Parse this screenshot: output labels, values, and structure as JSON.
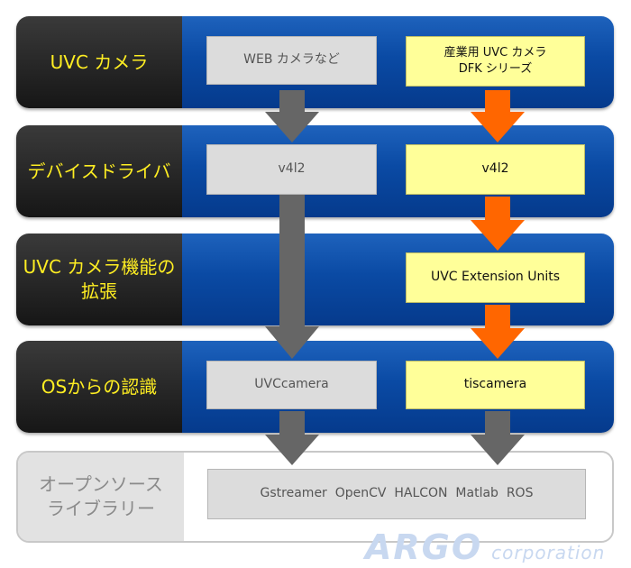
{
  "rows": [
    {
      "label": "UVC カメラ",
      "left": "WEB カメラなど",
      "right_l1": "産業用 UVC カメラ",
      "right_l2": "DFK シリーズ"
    },
    {
      "label": "デバイスドライバ",
      "left": "v4l2",
      "right": "v4l2"
    },
    {
      "label_l1": "UVC カメラ機能の",
      "label_l2": "拡張",
      "right": "UVC Extension Units"
    },
    {
      "label": "OSからの認識",
      "left": "UVCcamera",
      "right": "tiscamera"
    },
    {
      "label_l1": "オープンソース",
      "label_l2": "ライブラリー",
      "libraries": "Gstreamer  OpenCV  HALCON  Matlab  ROS"
    }
  ],
  "watermark": {
    "brand": "ARGO",
    "suffix": "corporation"
  },
  "colors": {
    "accent_orange": "#ff6600",
    "arrow_gray": "#666666",
    "label_yellow": "#ffee22",
    "panel_blue": "#0a4aa4",
    "highlight_yellow": "#ffff99"
  }
}
